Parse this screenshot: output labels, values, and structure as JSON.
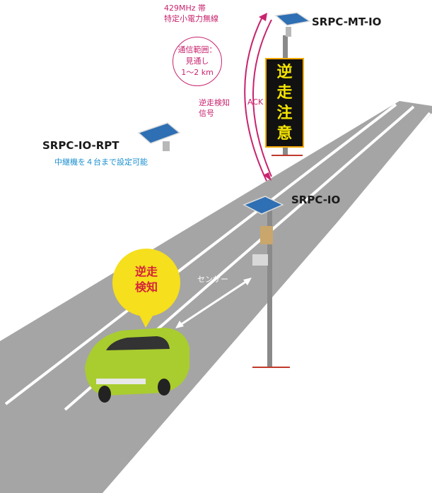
{
  "radio": {
    "band": "429MHz 帯",
    "type": "特定小電力無線",
    "range_lines": [
      "通信範囲：",
      "見通し",
      "1～2 km"
    ],
    "signal_lines": [
      "逆走検知",
      "信号"
    ],
    "ack": "ACK"
  },
  "devices": {
    "mt_io": {
      "name": "SRPC-MT-IO"
    },
    "rpt": {
      "name": "SRPC-IO-RPT",
      "note": "中継機を４台まで設定可能"
    },
    "io": {
      "name": "SRPC-IO"
    }
  },
  "sign": {
    "text": "逆走注意"
  },
  "sensor_label": "センサー",
  "detect_bubble": {
    "lines": [
      "逆走",
      "検知"
    ]
  },
  "colors": {
    "road": "#a5a5a5",
    "road_line": "#ffffff",
    "car": "#a9cd2e",
    "bubble": "#f6df1c",
    "accent": "#c8246e",
    "note": "#1a8fd0",
    "sign_text": "#f4e400",
    "sign_border": "#f6a800",
    "pole": "#8a8a8a",
    "ground_line": "#c0392b"
  }
}
